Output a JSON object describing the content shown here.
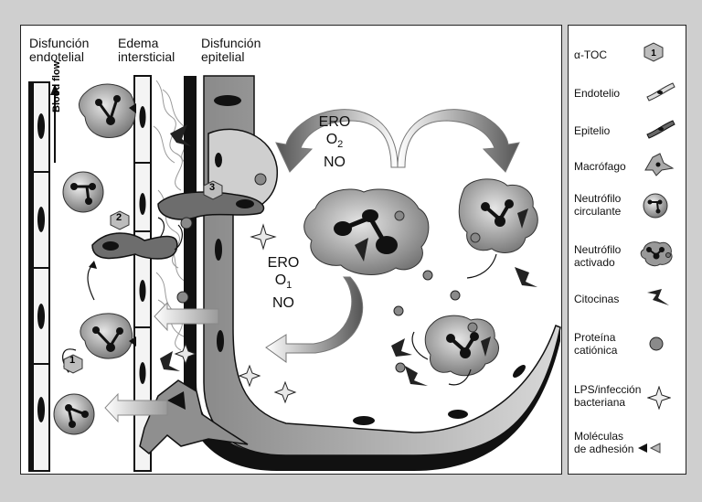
{
  "headers": {
    "col1": "Disfunción\nendotelial",
    "col2": "Edema\nintersticial",
    "col3": "Disfunción\nepitelial"
  },
  "blood_flow": "Blood flow",
  "markers": {
    "m1": "1",
    "m2": "2",
    "m3": "3"
  },
  "ros_top": {
    "l1": "ERO",
    "l2": "O",
    "l2_sub": "2",
    "l3": "NO"
  },
  "ros_mid": {
    "l1": "ERO",
    "l2": "O",
    "l2_sub": "1",
    "l3": "NO"
  },
  "legend": [
    {
      "label": "α-TOC",
      "icon": "toc-badge-icon",
      "badge": "1"
    },
    {
      "label": "Endotelio",
      "icon": "endothelium-icon"
    },
    {
      "label": "Epitelio",
      "icon": "epithelium-icon"
    },
    {
      "label": "Macrófago",
      "icon": "macrophage-icon"
    },
    {
      "label": "Neutrófilo\ncirculante",
      "icon": "circulating-neutrophil-icon"
    },
    {
      "label": "Neutrófilo\nactivado",
      "icon": "activated-neutrophil-icon"
    },
    {
      "label": "Citocinas",
      "icon": "cytokine-icon"
    },
    {
      "label": "Proteína\ncatiónica",
      "icon": "cationic-protein-icon"
    },
    {
      "label": "LPS/infección\nbacteriana",
      "icon": "lps-star-icon"
    },
    {
      "label": "Moléculas\nde adhesión",
      "icon": "adhesion-molecule-icon"
    }
  ]
}
